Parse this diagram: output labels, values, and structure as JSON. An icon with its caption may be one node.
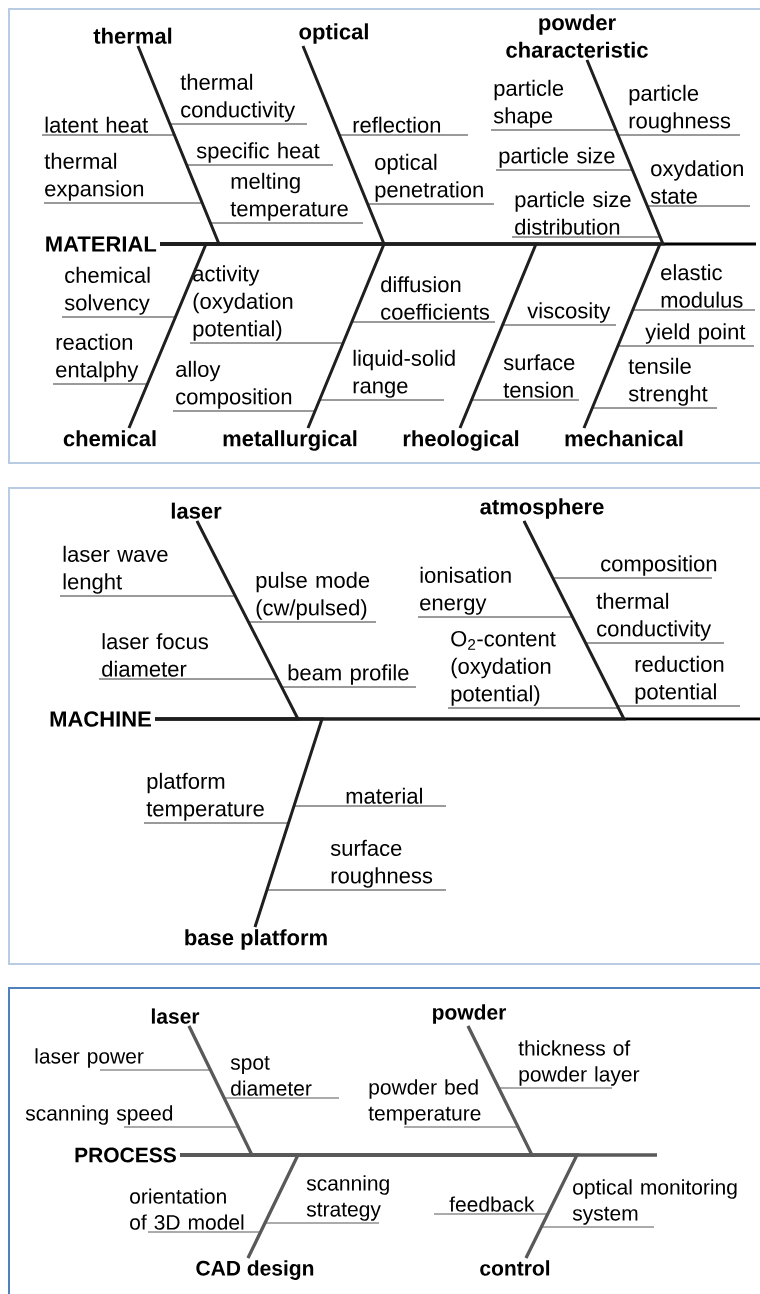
{
  "diagram": {
    "nodes": [
      {
        "text": [],
        "shape": "box"
      },
      {
        "text": [
          "MATERIAL"
        ],
        "in": 0
      },
      {
        "text": [
          "thermal"
        ],
        "in": 0
      },
      {
        "text": [
          "optical"
        ],
        "in": 0
      },
      {
        "text": [
          "powder characteristic"
        ],
        "in": 0
      },
      {
        "text": [
          "latent heat"
        ],
        "in": 0
      },
      {
        "text": [
          "thermal conductivity"
        ],
        "in": 0
      },
      {
        "text": [
          "specific heat"
        ],
        "in": 0
      },
      {
        "text": [
          "thermal expansion"
        ],
        "in": 0
      },
      {
        "text": [
          "melting temperature"
        ],
        "in": 0
      },
      {
        "text": [
          "reflection"
        ],
        "in": 0
      },
      {
        "text": [
          "optical penetration"
        ],
        "in": 0
      },
      {
        "text": [
          "particle shape"
        ],
        "in": 0
      },
      {
        "text": [
          "particle roughness"
        ],
        "in": 0
      },
      {
        "text": [
          "particle size"
        ],
        "in": 0
      },
      {
        "text": [
          "oxydation state"
        ],
        "in": 0
      },
      {
        "text": [
          "particle size distribution"
        ],
        "in": 0
      },
      {
        "text": [
          "chemical solvency"
        ],
        "in": 0
      },
      {
        "text": [
          "activity (oxydation potential)"
        ],
        "in": 0
      },
      {
        "text": [
          "diffusion coefficients"
        ],
        "in": 0
      },
      {
        "text": [
          "viscosity"
        ],
        "in": 0
      },
      {
        "text": [
          "elastic modulus"
        ],
        "in": 0
      },
      {
        "text": [
          "yield point"
        ],
        "in": 0
      },
      {
        "text": [
          "reaction entalphy"
        ],
        "in": 0
      },
      {
        "text": [
          "liquid-solid range"
        ],
        "in": 0
      },
      {
        "text": [
          "surface tension"
        ],
        "in": 0
      },
      {
        "text": [
          "alloy composition"
        ],
        "in": 0
      },
      {
        "text": [
          "tensile strenght"
        ],
        "in": 0
      },
      {
        "text": [
          "chemical"
        ],
        "in": 0
      },
      {
        "text": [
          "metallurgical"
        ],
        "in": 0
      },
      {
        "text": [
          "rheological"
        ],
        "in": 0
      },
      {
        "text": [
          "mechanical"
        ],
        "in": 0
      },
      {
        "text": [],
        "shape": "box"
      },
      {
        "text": [
          "MACHINE"
        ],
        "in": 32
      },
      {
        "text": [
          "laser"
        ],
        "in": 32
      },
      {
        "text": [
          "atmosphere"
        ],
        "in": 32
      },
      {
        "text": [
          "laser wave lenght"
        ],
        "in": 32
      },
      {
        "text": [
          "pulse mode (cw/pulsed)"
        ],
        "in": 32
      },
      {
        "text": [
          "ionisation energy"
        ],
        "in": 32
      },
      {
        "text": [
          "composition"
        ],
        "in": 32
      },
      {
        "text": [
          "thermal conductivity"
        ],
        "in": 32
      },
      {
        "text": [
          "laser focus diameter"
        ],
        "in": 32
      },
      {
        "text": [
          "beam profile"
        ],
        "in": 32
      },
      {
        "text": [
          "O$_{2}$-content (oxydation potential)"
        ],
        "in": 32
      },
      {
        "text": [
          "reduction potential"
        ],
        "in": 32
      },
      {
        "text": [
          "platform temperature"
        ],
        "in": 32
      },
      {
        "text": [
          "material"
        ],
        "in": 32
      },
      {
        "text": [
          "surface roughness"
        ],
        "in": 32
      },
      {
        "text": [
          "base platform"
        ],
        "in": 32
      },
      {
        "text": [],
        "shape": "box"
      },
      {
        "text": [
          "PROCESS"
        ],
        "in": 49
      },
      {
        "text": [
          "laser"
        ],
        "in": 49
      },
      {
        "text": [
          "powder"
        ],
        "in": 49
      },
      {
        "text": [
          "laser power"
        ],
        "in": 49
      },
      {
        "text": [
          "spot diameter"
        ],
        "in": 49
      },
      {
        "text": [
          "thickness of powder layer"
        ],
        "in": 49
      },
      {
        "text": [
          "scanning speed"
        ],
        "in": 49
      },
      {
        "text": [
          "powder bed temperature"
        ],
        "in": 49
      },
      {
        "text": [
          "orientation of 3D model"
        ],
        "in": 49
      },
      {
        "text": [
          "scanning strategy"
        ],
        "in": 49
      },
      {
        "text": [
          "feedback"
        ],
        "in": 49
      },
      {
        "text": [
          "optical monitoring system"
        ],
        "in": 49
      },
      {
        "text": [
          "CAD design"
        ],
        "in": 49
      },
      {
        "text": [
          "control"
        ],
        "in": 49
      }
    ],
    "edges": [
      {
        "from": 5,
        "to": 2,
        "arrow": "none"
      },
      {
        "from": 6,
        "to": 2,
        "arrow": "none"
      },
      {
        "from": 7,
        "to": 2,
        "arrow": "none"
      },
      {
        "from": 8,
        "to": 2,
        "arrow": "none"
      },
      {
        "from": 9,
        "to": 2,
        "arrow": "none"
      },
      {
        "from": 10,
        "to": 3,
        "arrow": "none"
      },
      {
        "from": 11,
        "to": 3,
        "arrow": "none"
      },
      {
        "from": 12,
        "to": 4,
        "arrow": "none"
      },
      {
        "from": 13,
        "to": 4,
        "arrow": "none"
      },
      {
        "from": 14,
        "to": 4,
        "arrow": "none"
      },
      {
        "from": 15,
        "to": 4,
        "arrow": "none"
      },
      {
        "from": 16,
        "to": 4,
        "arrow": "none"
      },
      {
        "from": 17,
        "to": 28,
        "arrow": "none"
      },
      {
        "from": 23,
        "to": 28,
        "arrow": "none"
      },
      {
        "from": 18,
        "to": 29,
        "arrow": "none"
      },
      {
        "from": 26,
        "to": 29,
        "arrow": "none"
      },
      {
        "from": 19,
        "to": 29,
        "arrow": "none"
      },
      {
        "from": 24,
        "to": 29,
        "arrow": "none"
      },
      {
        "from": 20,
        "to": 30,
        "arrow": "none"
      },
      {
        "from": 25,
        "to": 30,
        "arrow": "none"
      },
      {
        "from": 21,
        "to": 31,
        "arrow": "none"
      },
      {
        "from": 22,
        "to": 31,
        "arrow": "none"
      },
      {
        "from": 27,
        "to": 31,
        "arrow": "none"
      },
      {
        "from": 2,
        "to": 1,
        "arrow": "none",
        "style": "thick"
      },
      {
        "from": 3,
        "to": 1,
        "arrow": "none",
        "style": "thick"
      },
      {
        "from": 4,
        "to": 1,
        "arrow": "none",
        "style": "thick"
      },
      {
        "from": 28,
        "to": 1,
        "arrow": "none",
        "style": "thick"
      },
      {
        "from": 29,
        "to": 1,
        "arrow": "none",
        "style": "thick"
      },
      {
        "from": 30,
        "to": 1,
        "arrow": "none",
        "style": "thick"
      },
      {
        "from": 31,
        "to": 1,
        "arrow": "none",
        "style": "thick"
      },
      {
        "from": 36,
        "to": 34,
        "arrow": "none"
      },
      {
        "from": 37,
        "to": 34,
        "arrow": "none"
      },
      {
        "from": 41,
        "to": 34,
        "arrow": "none"
      },
      {
        "from": 42,
        "to": 34,
        "arrow": "none"
      },
      {
        "from": 38,
        "to": 35,
        "arrow": "none"
      },
      {
        "from": 39,
        "to": 35,
        "arrow": "none"
      },
      {
        "from": 40,
        "to": 35,
        "arrow": "none"
      },
      {
        "from": 43,
        "to": 35,
        "arrow": "none"
      },
      {
        "from": 44,
        "to": 35,
        "arrow": "none"
      },
      {
        "from": 45,
        "to": 48,
        "arrow": "none"
      },
      {
        "from": 46,
        "to": 48,
        "arrow": "none"
      },
      {
        "from": 47,
        "to": 48,
        "arrow": "none"
      },
      {
        "from": 34,
        "to": 33,
        "arrow": "none",
        "style": "thick"
      },
      {
        "from": 35,
        "to": 33,
        "arrow": "none",
        "style": "thick"
      },
      {
        "from": 48,
        "to": 33,
        "arrow": "none",
        "style": "thick"
      },
      {
        "from": 53,
        "to": 51,
        "arrow": "none",
        "color": "#595959"
      },
      {
        "from": 54,
        "to": 51,
        "arrow": "none",
        "color": "#595959"
      },
      {
        "from": 56,
        "to": 51,
        "arrow": "none",
        "color": "#595959"
      },
      {
        "from": 55,
        "to": 52,
        "arrow": "none",
        "color": "#595959"
      },
      {
        "from": 57,
        "to": 52,
        "arrow": "none",
        "color": "#595959"
      },
      {
        "from": 58,
        "to": 62,
        "arrow": "none",
        "color": "#595959"
      },
      {
        "from": 59,
        "to": 62,
        "arrow": "none",
        "color": "#595959"
      },
      {
        "from": 60,
        "to": 63,
        "arrow": "none",
        "color": "#595959"
      },
      {
        "from": 61,
        "to": 63,
        "arrow": "none",
        "color": "#595959"
      },
      {
        "from": 51,
        "to": 50,
        "arrow": "none",
        "style": "thick",
        "color": "#595959"
      },
      {
        "from": 52,
        "to": 50,
        "arrow": "none",
        "style": "thick",
        "color": "#595959"
      },
      {
        "from": 62,
        "to": 50,
        "arrow": "none",
        "style": "thick",
        "color": "#595959"
      },
      {
        "from": 63,
        "to": 50,
        "arrow": "none",
        "style": "thick",
        "color": "#595959"
      }
    ]
  }
}
